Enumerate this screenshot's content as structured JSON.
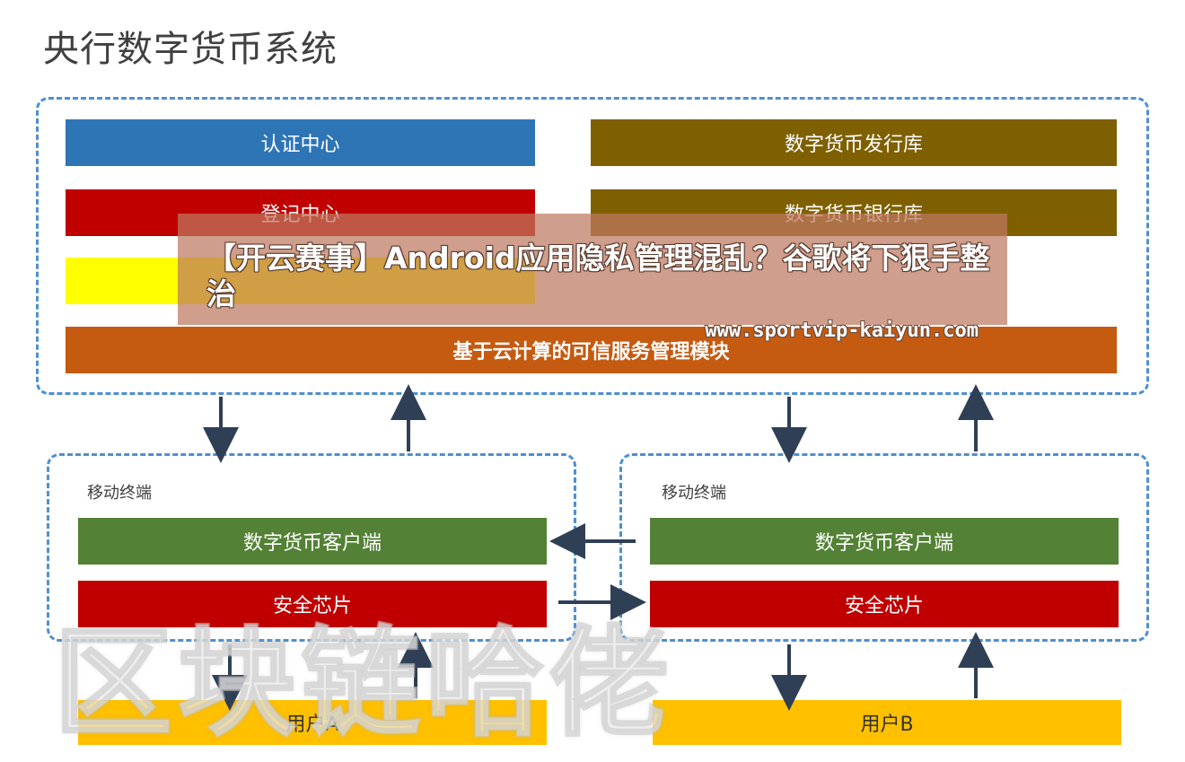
{
  "title": "央行数字货币系统",
  "central": {
    "left": [
      {
        "label": "认证中心",
        "color": "#2e75b6"
      },
      {
        "label": "登记中心",
        "color": "#c00000"
      },
      {
        "label": "",
        "color": "#ffff00"
      }
    ],
    "right": [
      {
        "label": "数字货币发行库",
        "color": "#7f6000"
      },
      {
        "label": "数字货币银行库",
        "color": "#7f6000"
      }
    ],
    "bottom": {
      "label": "基于云计算的可信服务管理模块",
      "color": "#c55a11"
    }
  },
  "terminals": [
    {
      "label": "移动终端",
      "client": {
        "label": "数字货币客户端",
        "color": "#538135"
      },
      "chip": {
        "label": "安全芯片",
        "color": "#c00000"
      },
      "user": {
        "label": "用户A",
        "color": "#ffc000"
      }
    },
    {
      "label": "移动终端",
      "client": {
        "label": "数字货币客户端",
        "color": "#538135"
      },
      "chip": {
        "label": "安全芯片",
        "color": "#c00000"
      },
      "user": {
        "label": "用户B",
        "color": "#ffc000"
      }
    }
  ],
  "overlay": {
    "headline": "【开云赛事】Android应用隐私管理混乱？谷歌将下狠手整治",
    "url": "www.sportvip-kaiyun.com"
  },
  "watermark": "区块链哈佬"
}
